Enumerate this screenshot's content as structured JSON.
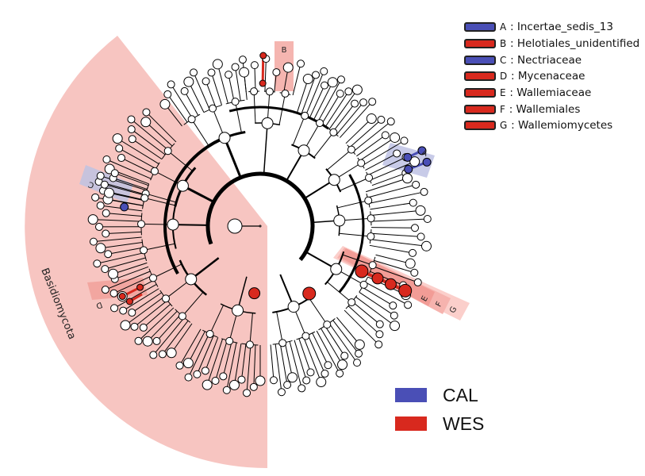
{
  "legend": [
    {
      "key": "A",
      "name": "Incertae_sedis_13",
      "group": "CAL"
    },
    {
      "key": "B",
      "name": "Helotiales_unidentified",
      "group": "WES"
    },
    {
      "key": "C",
      "name": "Nectriaceae",
      "group": "CAL"
    },
    {
      "key": "D",
      "name": "Mycenaceae",
      "group": "WES"
    },
    {
      "key": "E",
      "name": "Wallemiaceae",
      "group": "WES"
    },
    {
      "key": "F",
      "name": "Wallemiales",
      "group": "WES"
    },
    {
      "key": "G",
      "name": "Wallemiomycetes",
      "group": "WES"
    }
  ],
  "groups": [
    {
      "name": "CAL",
      "color": "#4a4fb6"
    },
    {
      "name": "WES",
      "color": "#d8291e"
    }
  ],
  "clade_label": "Basidiomycota",
  "colors": {
    "basidio_shade": "#f7c5c1",
    "wes_highlight": "#f2a6a0",
    "cal_highlight": "#c8cbe8",
    "node_fill": "#ffffff",
    "edge": "#000000"
  }
}
